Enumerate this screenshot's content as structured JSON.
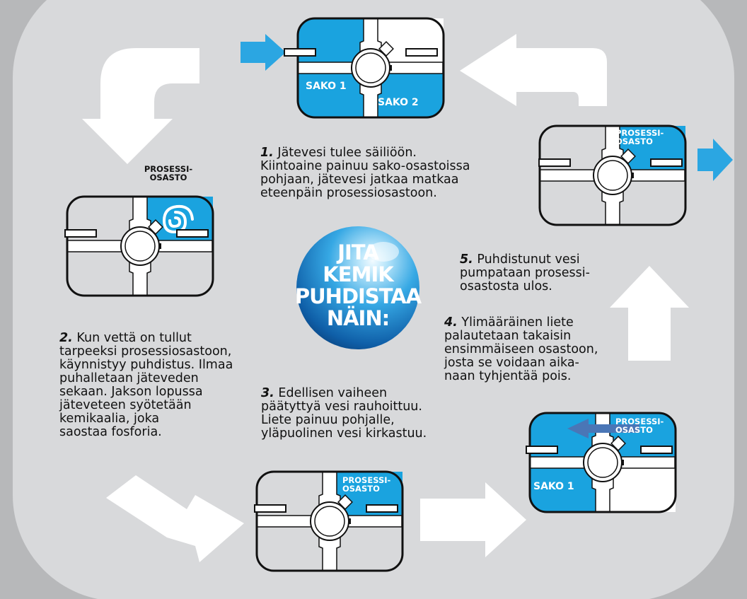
{
  "title": {
    "lines": [
      "JITA",
      "KEMIK",
      "PUHDISTAA",
      "NÄIN:"
    ]
  },
  "steps": [
    {
      "number": "1.",
      "lines": [
        "Jätevesi tulee säiliöön.",
        "Kiintoaine painuu sako-osastoissa",
        "pohjaan, jätevesi jatkaa matkaa",
        "eteenpäin prosessiosastoon."
      ]
    },
    {
      "number": "2.",
      "lines": [
        "Kun vettä on tullut",
        "tarpeeksi prosessiosastoon,",
        "käynnistyy puhdistus. Ilmaa",
        "puhalletaan jäteveden",
        "sekaan. Jakson lopussa",
        "jäteveteen syötetään",
        "kemikaalia, joka",
        "saostaa fosforia."
      ]
    },
    {
      "number": "3.",
      "lines": [
        "Edellisen vaiheen",
        "päätyttyä vesi rauhoittuu.",
        "Liete painuu pohjalle,",
        "yläpuolinen vesi kirkastuu."
      ]
    },
    {
      "number": "4.",
      "lines": [
        "Ylimääräinen liete",
        "palautetaan takaisin",
        "ensimmäiseen osastoon,",
        "josta se voidaan aika-",
        "naan tyhjentää pois."
      ]
    },
    {
      "number": "5.",
      "lines": [
        "Puhdistunut vesi",
        "pumpataan prosessi-",
        "osastosta ulos."
      ]
    }
  ],
  "tanks": {
    "tank1": {
      "label_a": "SAKO 1",
      "label_b": "SAKO 2"
    },
    "tank2": {
      "label_lines": [
        "PROSESSI-",
        "OSASTO"
      ]
    },
    "tank3": {
      "label_lines": [
        "PROSESSI-",
        "OSASTO"
      ]
    },
    "tank4": {
      "label_lines": [
        "PROSESSI-",
        "OSASTO"
      ],
      "label_b": "SAKO 1"
    },
    "tank5": {
      "label_lines": [
        "PROSESSI-",
        "OSASTO"
      ]
    }
  },
  "colors": {
    "background": "#b7b8ba",
    "rounded_panel": "#d8d9db",
    "water_blue": "#1aa3df",
    "flow_arrow_blue": "#2ba6e2",
    "return_arrow": "#4a76b6",
    "white": "#ffffff",
    "outline": "#111111"
  },
  "icons": {
    "aeration": "spiral-icon",
    "flow": "arrow-right-icon",
    "cycle": "white-curved-arrow-icon"
  }
}
